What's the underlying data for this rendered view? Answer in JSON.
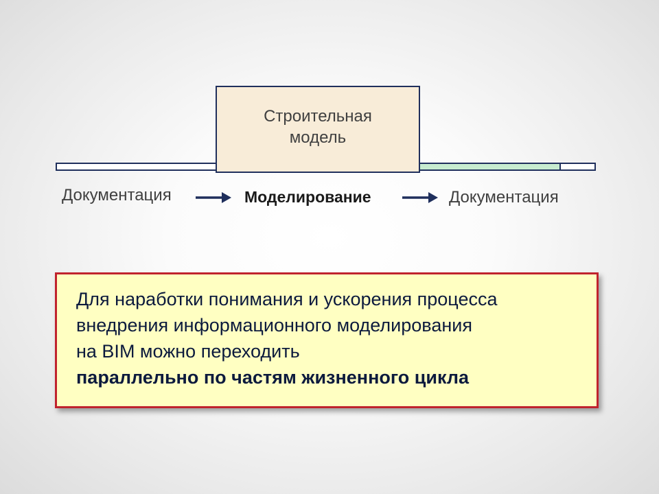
{
  "diagram": {
    "model_box_lines": [
      "Строительная",
      "модель"
    ],
    "flow": {
      "left_label": "Документация",
      "center_label": "Моделирование",
      "right_label": "Документация"
    },
    "colors": {
      "outline": "#1f2f5c",
      "model_fill": "#f8ecd8",
      "right_bar_fill": "#c7ecd0",
      "note_border": "#c0232d",
      "note_fill": "#ffffc2"
    }
  },
  "note": {
    "lines": [
      "Для наработки понимания и ускорения процесса",
      "внедрения информационного моделирования",
      "на BIM можно переходить",
      "параллельно по частям жизненного цикла"
    ]
  }
}
